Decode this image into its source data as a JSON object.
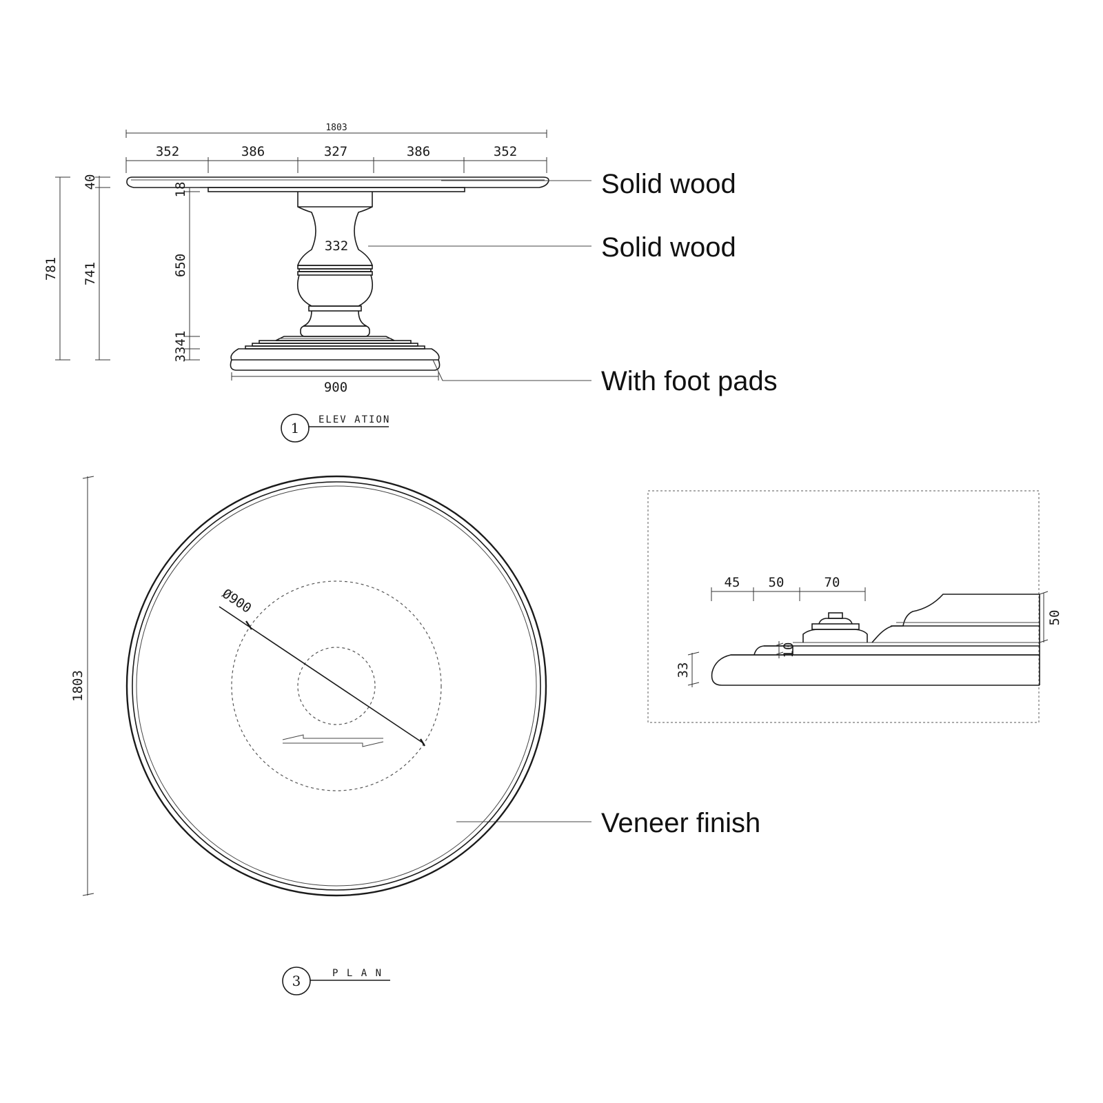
{
  "callouts": {
    "top_material": "Solid wood",
    "pedestal_material": "Solid wood",
    "base_note": "With foot pads",
    "plan_finish": "Veneer finish"
  },
  "elevation": {
    "title": "ELEV ATION",
    "number": "1",
    "overall_width": "1803",
    "segments": [
      "352",
      "386",
      "327",
      "386",
      "352"
    ],
    "top_thickness": "40",
    "apron_thickness": "18",
    "total_height": "781",
    "height_below_top": "741",
    "pedestal_height": "650",
    "pedestal_diameter": "332",
    "base_upper": "41",
    "base_lower": "33",
    "base_width": "900"
  },
  "plan": {
    "title": "P L A N",
    "number": "3",
    "overall_diameter": "1803",
    "base_diameter": "Ø900"
  },
  "detail": {
    "dims_top": [
      "45",
      "50",
      "70"
    ],
    "edge_height": "50",
    "step_height": "10",
    "base_thickness": "33"
  }
}
